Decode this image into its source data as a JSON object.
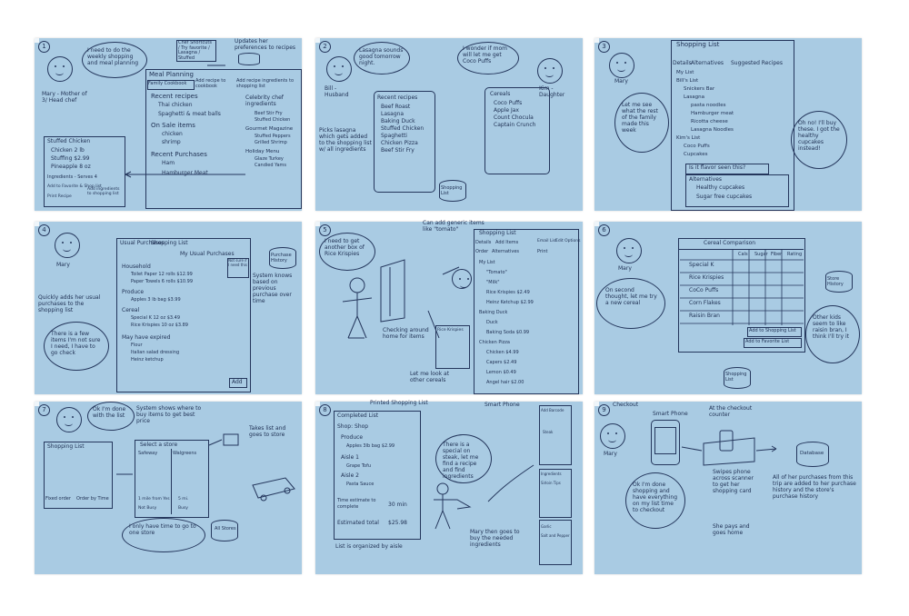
{
  "p1": {
    "num": "1",
    "bubble": "I need to do the weekly shopping and meal planning",
    "persona": "Mary - Mother of 3/ Head chef",
    "chef_box": "Chef Shortcuts / Try favorite / Lasagna / Stuffed",
    "prefs_note": "Updates her preferences to recipes",
    "window_title": "Meal Planning",
    "tabs": [
      "Family Cookbook",
      "Add recipe to cookbook",
      "Add recipe ingredients to shopping list"
    ],
    "recent_label": "Recent recipes",
    "recent": [
      "Thai chicken",
      "Spaghetti & meat balls"
    ],
    "sale_label": "On Sale items",
    "sale": [
      "chicken",
      "shrimp"
    ],
    "purchases_label": "Recent Purchases",
    "purchases": [
      "Ham",
      "Hamburger Meat"
    ],
    "celeb_label": "Celebrity chef ingredients",
    "celeb": [
      "Beef Stir Fry",
      "Stuffed Chicken"
    ],
    "gourmet_label": "Gourmet Magazine",
    "gourmet": [
      "Stuffed Peppers",
      "Grilled Shrimp"
    ],
    "holiday_label": "Holiday Menu",
    "holiday": [
      "Glaze Turkey",
      "Candied Yams"
    ],
    "popup_title": "Stuffed Chicken",
    "popup_items": [
      "Chicken  2 lb",
      "Stuffing  $2.99",
      "Pineapple  8 oz"
    ],
    "popup_note": "Ingredients - Serves 4",
    "popup_buttons": [
      "Add to Favorite & Shop list",
      "Print Recipe",
      "Add ingredients to shopping list"
    ]
  },
  "p2": {
    "num": "2",
    "bubble_left": "Lasagna sounds good tomorrow night.",
    "persona_left": "Bill - Husband",
    "bubble_right": "I wonder if mom will let me get Coco Puffs",
    "persona_right": "Kim - Daughter",
    "left_title": "Recent recipes",
    "left_items": [
      "Beef Roast",
      "Lasagna",
      "Baking Duck",
      "Stuffed Chicken",
      "Spaghetti",
      "Chicken Pizza",
      "Beef Stir Fry"
    ],
    "right_title": "Cereals",
    "right_items": [
      "Coco Puffs",
      "Apple Jax",
      "Count Chocula",
      "Captain Crunch"
    ],
    "note": "Picks lasagna which gets added to the shopping list w/ all ingredients",
    "db_label": "Shopping List"
  },
  "p3": {
    "num": "3",
    "persona": "Mary",
    "bubble": "Let me see what the rest of the family made this week",
    "window_title": "Shopping List",
    "tabs": [
      "Details",
      "Alternatives",
      "Suggested Recipes"
    ],
    "items": [
      "My List",
      "Bill's List",
      "Snickers Bar",
      "Lasagna",
      "pasta noodles",
      "Hamburger meat",
      "Ricotta cheese",
      "Lasagna Noodles",
      "Kim's List",
      "Coco Puffs",
      "Cupcakes",
      "Alternatives",
      "Healthy cupcakes",
      "Sugar free cupcakes"
    ],
    "popup": "Is it flavor seen this?",
    "bubble_right": "Oh no! I'll buy these. I got the healthy cupcakes instead!"
  },
  "p4": {
    "num": "4",
    "persona": "Mary",
    "note": "Quickly adds her usual purchases to the shopping list",
    "bubble": "There is a few items I'm not sure I need, I have to go check",
    "tabs": [
      "Usual Purchases",
      "Shopping List"
    ],
    "header": "My Usual Purchases",
    "groups": [
      "Household",
      "Produce",
      "Cereal",
      "May have expired"
    ],
    "items": [
      "Toilet Paper  12 rolls  $12.99",
      "Paper Towels  6 rolls  $10.99",
      "Apples  3 lb bag  $3.99",
      "Special K  12 oz  $3.49",
      "Rice Krispies  10 oz  $3.89",
      "Flour",
      "Italian salad dressing",
      "Heinz ketchup"
    ],
    "db_label": "Purchase History",
    "side_note": "System knows based on previous purchase over time",
    "tag": "Not sure if I need this",
    "button": "Add"
  },
  "p5": {
    "num": "5",
    "top_note": "Can add generic items like \"tomato\"",
    "bubble": "I need to get another box of Rice Krispies",
    "window_title": "Shopping List",
    "tabs": [
      "Details",
      "Add Items",
      "Email List",
      "Edit Options"
    ],
    "tabs2": [
      "Order",
      "Alternatives",
      "Print"
    ],
    "items": [
      "My List",
      "\"Tomato\"",
      "\"Milk\"",
      "Rice Krispies  $2.49",
      "Heinz Ketchup  $2.99",
      "Baking Duck",
      "Duck",
      "Baking Soda  $0.99",
      "Chicken Pizza",
      "Chicken  $4.99",
      "Capers  $2.49",
      "Lemon  $0.49",
      "Angel hair  $2.00"
    ],
    "caption": "Checking around home for items",
    "kiosk_label": "Rice Krispies",
    "bottom": "Let me look at other cereals"
  },
  "p6": {
    "num": "6",
    "persona": "Mary",
    "bubble": "On second thought, let me try a new cereal",
    "window_title": "Cereal Comparison",
    "cols": [
      "Cals",
      "Sugar",
      "Fiber",
      "Rating"
    ],
    "rows": [
      "Special K",
      "Rice Krispies",
      "CoCo Puffs",
      "Corn Flakes",
      "Raisin Bran"
    ],
    "buttons": [
      "Add to Shopping List",
      "Add to Favorite List"
    ],
    "db_label": "Store History",
    "db2": "Shopping List",
    "bubble_right": "Other kids seem to like raisin bran, I think I'll try it"
  },
  "p7": {
    "num": "7",
    "bubble": "Ok I'm done with the list",
    "note_top": "System shows where to buy items to get best price",
    "list_title": "Shopping List",
    "buttons": [
      "Fixed order",
      "Order by Time"
    ],
    "store_title": "Select a store",
    "stores": [
      "Safeway",
      "Walgreens"
    ],
    "rows": [
      "1 mile from Yes",
      "5 mi.",
      "Not Busy",
      "Busy"
    ],
    "print_note": "Takes list and goes to store",
    "bottom": "I only have time to go to one store",
    "db_label": "All Stores"
  },
  "p8": {
    "num": "8",
    "top": "Printed Shopping List",
    "phone_label": "Smart Phone",
    "title": "Completed List",
    "store": "Shop: Shop",
    "produce": "Produce",
    "lines": [
      "Apples  3lb bag  $2.99",
      "Aisle 1",
      "Grape Tofu",
      "Aisle 2",
      "Pasta Sauce"
    ],
    "time_label": "Time estimate to complete",
    "time": "30 min",
    "total_label": "Estimated total",
    "total": "$25.98",
    "bubble": "There is a special on steak, let me find a recipe and find ingredients",
    "caption": "Mary then goes to buy the needed ingredients",
    "bottom": "List is organized by aisle",
    "phone_items": [
      "Add Barcode",
      "Steak",
      "Ingredients",
      "Sirloin Tips",
      "Garlic",
      "Salt and Pepper"
    ]
  },
  "p9": {
    "num": "9",
    "top": "Checkout",
    "phone_label": "Smart Phone",
    "persona": "Mary",
    "checkout": "At the checkout counter",
    "bubble": "Ok I'm done shopping and have everything on my list time to checkout",
    "scan_note": "Swipes phone across scanner to get her shopping card",
    "pay_note": "She pays and goes home",
    "db_label": "Database",
    "db_note": "All of her purchases from this trip are added to her purchase history and the store's purchase history"
  }
}
